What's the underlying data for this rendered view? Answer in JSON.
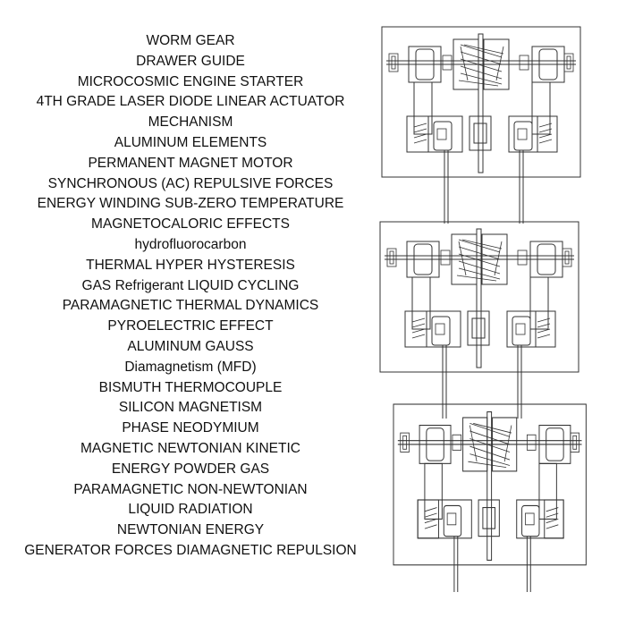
{
  "labels": [
    "WORM GEAR",
    "DRAWER GUIDE",
    "MICROCOSMIC ENGINE STARTER",
    "4TH GRADE LASER DIODE LINEAR ACTUATOR",
    "MECHANISM",
    "ALUMINUM ELEMENTS",
    "PERMANENT MAGNET MOTOR",
    "SYNCHRONOUS (AC) REPULSIVE FORCES",
    "ENERGY WINDING SUB-ZERO TEMPERATURE",
    "MAGNETOCALORIC EFFECTS",
    "hydrofluorocarbon",
    "THERMAL HYPER HYSTERESIS",
    "GAS Refrigerant LIQUID CYCLING",
    "PARAMAGNETIC THERMAL DYNAMICS",
    "PYROELECTRIC EFFECT",
    "ALUMINUM GAUSS",
    "Diamagnetism (MFD)",
    "BISMUTH THERMOCOUPLE",
    "SILICON MAGNETISM",
    "PHASE NEODYMIUM",
    "MAGNETIC NEWTONIAN KINETIC",
    "ENERGY POWDER GAS",
    "PARAMAGNETIC NON-NEWTONIAN",
    "LIQUID RADIATION",
    "NEWTONIAN ENERGY",
    "GENERATOR FORCES DIAMAGNETIC REPULSION"
  ]
}
